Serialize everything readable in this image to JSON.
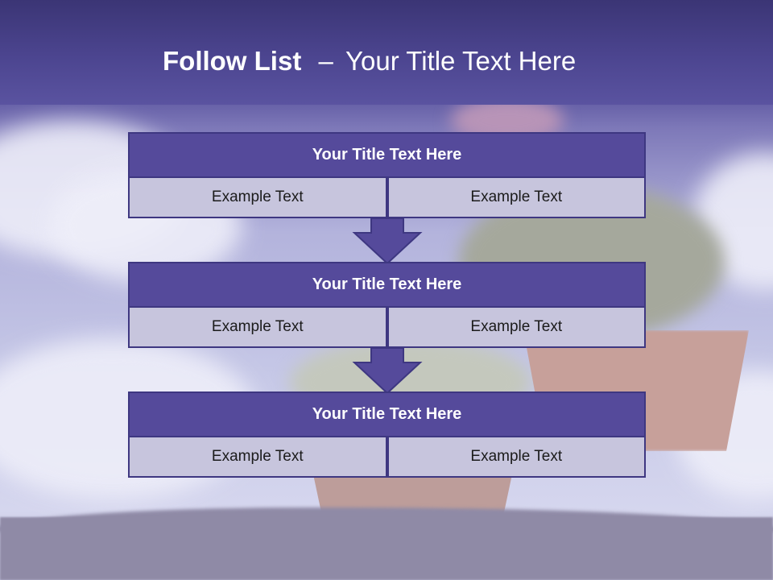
{
  "title": {
    "bold": "Follow List",
    "dash": "–",
    "rest": "Your Title Text Here"
  },
  "steps": [
    {
      "title": "Your Title Text Here",
      "left": "Example Text",
      "right": "Example Text"
    },
    {
      "title": "Your Title Text Here",
      "left": "Example Text",
      "right": "Example Text"
    },
    {
      "title": "Your Title Text Here",
      "left": "Example Text",
      "right": "Example Text"
    }
  ],
  "colors": {
    "header_fill": "#554a9b",
    "border": "#3e3781",
    "cell_fill": "#c7c5dd",
    "arrow_fill": "#554a9b"
  }
}
